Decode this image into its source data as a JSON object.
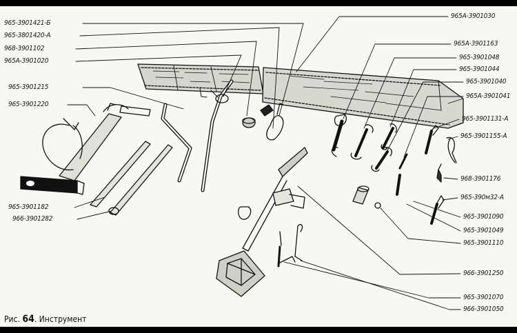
{
  "labels": {
    "l1": "965-3901421-Б",
    "l2": "965-3801420-А",
    "l3": "968-3901102",
    "l4": "965А-3901020",
    "l5": "965-3901215",
    "l6": "965-3901220",
    "l7": "965-3901182",
    "l8": "966-3901282",
    "r1": "965А-3901030",
    "r2": "965А-3901163",
    "r3": "965-3901048",
    "r4": "965-3901044",
    "r5": "965-3901040",
    "r6": "965А-3901041",
    "r7": "965-3901131-А",
    "r8": "965-3901155-А",
    "r9": "968-3901176",
    "r10": "965-390м32-А",
    "r11": "965-3901090",
    "r12": "965-3901049",
    "r13": "965-3901110",
    "r14": "966-3901250",
    "r15": "965-3901070",
    "r16": "966-3901050"
  },
  "caption": {
    "prefix": "Рис.",
    "number": "64",
    "title": ". Инструмент"
  }
}
